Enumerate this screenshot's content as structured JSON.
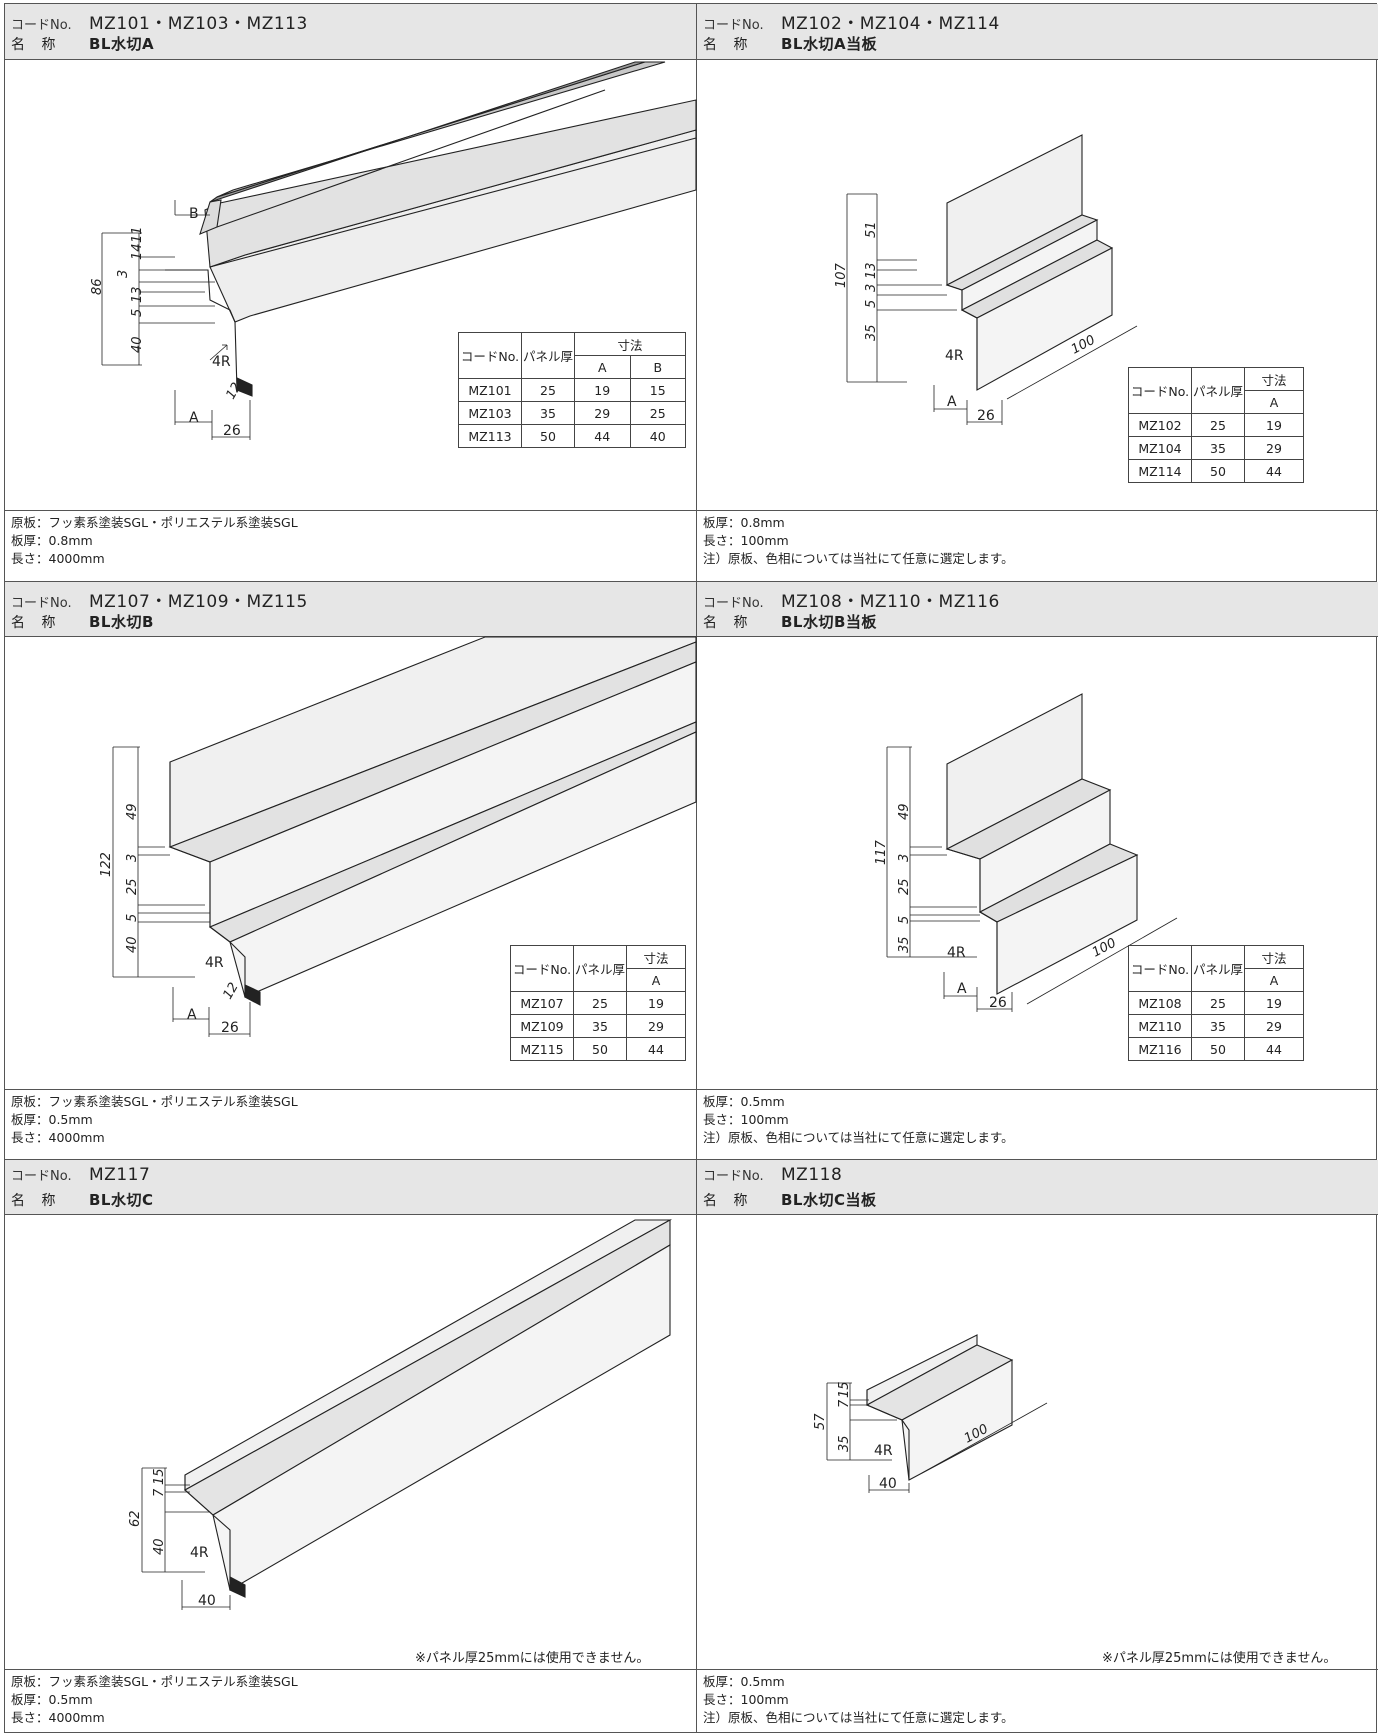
{
  "labels": {
    "code": "コードNo.",
    "name": "名 称"
  },
  "table_header": {
    "code": "コードNo.",
    "panel": "パネル厚",
    "dims": "寸法",
    "a": "A",
    "b": "B"
  },
  "note_footnote": "※パネル厚25mmには使用できません。",
  "products": [
    {
      "codes": "MZ101・MZ103・MZ113",
      "name": "BL水切A",
      "rows": [
        [
          "MZ101",
          "25",
          "19",
          "15"
        ],
        [
          "MZ103",
          "35",
          "29",
          "25"
        ],
        [
          "MZ113",
          "50",
          "44",
          "40"
        ]
      ],
      "dims": [
        "86",
        "3",
        "14",
        "11",
        "5",
        "13",
        "40",
        "4R",
        "12",
        "A",
        "26",
        "B"
      ],
      "notes": [
        "原板：フッ素系塗装SGL・ポリエステル系塗装SGL",
        "板厚：0.8mm",
        "長さ：4000mm"
      ]
    },
    {
      "codes": "MZ102・MZ104・MZ114",
      "name": "BL水切A当板",
      "rows": [
        [
          "MZ102",
          "25",
          "19"
        ],
        [
          "MZ104",
          "35",
          "29"
        ],
        [
          "MZ114",
          "50",
          "44"
        ]
      ],
      "dims": [
        "107",
        "51",
        "13",
        "3",
        "5",
        "35",
        "4R",
        "100",
        "A",
        "26"
      ],
      "notes": [
        "板厚：0.8mm",
        "長さ：100mm",
        "注）原板、色相については当社にて任意に選定します。"
      ]
    },
    {
      "codes": "MZ107・MZ109・MZ115",
      "name": "BL水切B",
      "rows": [
        [
          "MZ107",
          "25",
          "19"
        ],
        [
          "MZ109",
          "35",
          "29"
        ],
        [
          "MZ115",
          "50",
          "44"
        ]
      ],
      "dims": [
        "122",
        "49",
        "3",
        "25",
        "5",
        "40",
        "4R",
        "12",
        "A",
        "26"
      ],
      "notes": [
        "原板：フッ素系塗装SGL・ポリエステル系塗装SGL",
        "板厚：0.5mm",
        "長さ：4000mm"
      ]
    },
    {
      "codes": "MZ108・MZ110・MZ116",
      "name": "BL水切B当板",
      "rows": [
        [
          "MZ108",
          "25",
          "19"
        ],
        [
          "MZ110",
          "35",
          "29"
        ],
        [
          "MZ116",
          "50",
          "44"
        ]
      ],
      "dims": [
        "117",
        "49",
        "3",
        "25",
        "5",
        "35",
        "4R",
        "100",
        "A",
        "26"
      ],
      "notes": [
        "板厚：0.5mm",
        "長さ：100mm",
        "注）原板、色相については当社にて任意に選定します。"
      ]
    },
    {
      "codes": "MZ117",
      "name": "BL水切C",
      "dims": [
        "62",
        "7",
        "15",
        "40",
        "4R",
        "40"
      ],
      "notes": [
        "原板：フッ素系塗装SGL・ポリエステル系塗装SGL",
        "板厚：0.5mm",
        "長さ：4000mm"
      ]
    },
    {
      "codes": "MZ118",
      "name": "BL水切C当板",
      "dims": [
        "57",
        "7",
        "15",
        "35",
        "4R",
        "40",
        "100"
      ],
      "notes": [
        "板厚：0.5mm",
        "長さ：100mm",
        "注）原板、色相については当社にて任意に選定します。"
      ]
    }
  ]
}
